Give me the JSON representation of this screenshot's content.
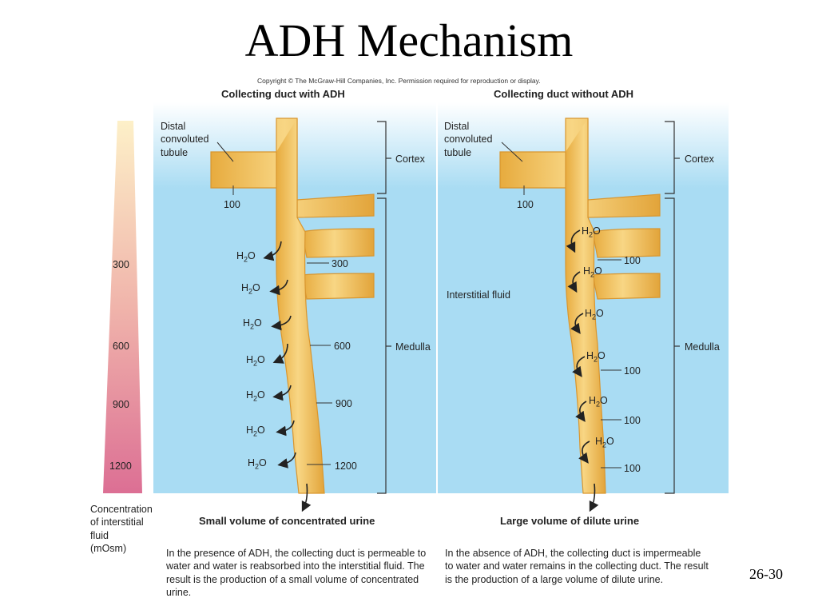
{
  "slide": {
    "title": "ADH Mechanism",
    "number": "26-30",
    "copyright": "Copyright © The McGraw-Hill Companies, Inc. Permission required for reproduction or display."
  },
  "scale": {
    "ticks": [
      "300",
      "600",
      "900",
      "1200"
    ],
    "label": "Concentration\nof interstitial\nfluid\n(mOsm)"
  },
  "colors": {
    "interstitial_blue": "#a9dcf3",
    "duct_gold": "#f2c463",
    "scale_top": "#fdf0c8",
    "scale_bottom": "#dc6f94"
  },
  "with_adh": {
    "title": "Collecting duct with ADH",
    "dct_label": "Distal\nconvoluted\ntubule",
    "dct_value": "100",
    "cortex": "Cortex",
    "medulla": "Medulla",
    "duct_values": [
      "300",
      "600",
      "900",
      "1200"
    ],
    "water": [
      "H",
      "2",
      "O"
    ],
    "result": "Small volume of concentrated urine",
    "caption": "In the presence of ADH, the collecting duct is permeable to water and water is reabsorbed into the interstitial fluid.  The result is the production of a small volume of concentrated urine."
  },
  "without_adh": {
    "title": "Collecting duct without ADH",
    "dct_label": "Distal\nconvoluted\ntubule",
    "dct_value": "100",
    "cortex": "Cortex",
    "medulla": "Medulla",
    "interstitial": "Interstitial fluid",
    "duct_values": [
      "100",
      "100",
      "100",
      "100"
    ],
    "result": "Large volume of dilute urine",
    "caption": "In the absence of ADH, the collecting duct is impermeable to water and water remains in the collecting duct.  The result is the production of a large volume of dilute urine."
  }
}
